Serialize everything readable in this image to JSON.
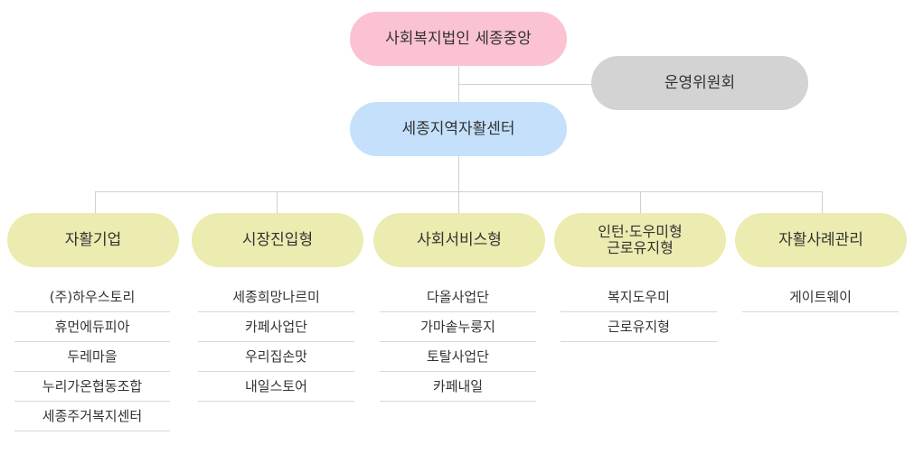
{
  "org": {
    "top": "사회복지법인 세종중앙",
    "committee": "운영위원회",
    "center": "세종지역자활센터"
  },
  "categories": [
    {
      "label": "자활기업",
      "items": [
        "(주)하우스토리",
        "휴먼에듀피아",
        "두레마을",
        "누리가온협동조합",
        "세종주거복지센터"
      ]
    },
    {
      "label": "시장진입형",
      "items": [
        "세종희망나르미",
        "카페사업단",
        "우리집손맛",
        "내일스토어"
      ]
    },
    {
      "label": "사회서비스형",
      "items": [
        "다올사업단",
        "가마솥누룽지",
        "토탈사업단",
        "카페내일"
      ]
    },
    {
      "label_line1": "인턴·도우미형",
      "label_line2": "근로유지형",
      "items": [
        "복지도우미",
        "근로유지형"
      ]
    },
    {
      "label": "자활사례관리",
      "items": [
        "게이트웨이"
      ]
    }
  ]
}
